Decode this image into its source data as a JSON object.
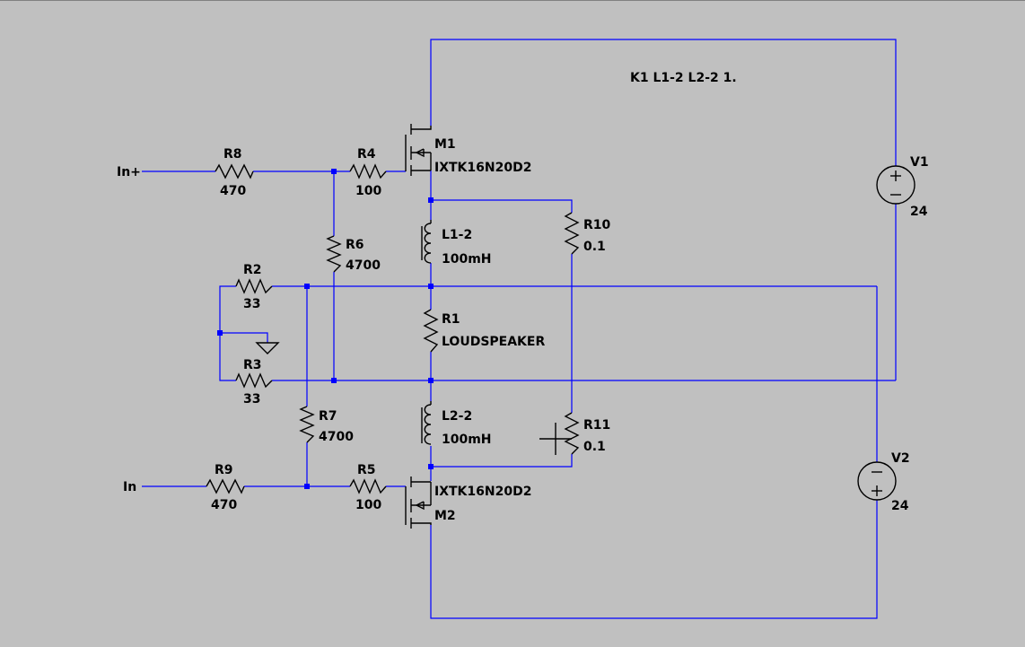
{
  "directive": "K1 L1-2 L2-2 1.",
  "inputs": {
    "in_plus": "In+",
    "in_minus": "In"
  },
  "components": {
    "R8": {
      "ref": "R8",
      "value": "470"
    },
    "R4": {
      "ref": "R4",
      "value": "100"
    },
    "R6": {
      "ref": "R6",
      "value": "4700"
    },
    "R2": {
      "ref": "R2",
      "value": "33"
    },
    "R3": {
      "ref": "R3",
      "value": "33"
    },
    "R1": {
      "ref": "R1",
      "value": "LOUDSPEAKER"
    },
    "R7": {
      "ref": "R7",
      "value": "4700"
    },
    "R9": {
      "ref": "R9",
      "value": "470"
    },
    "R5": {
      "ref": "R5",
      "value": "100"
    },
    "R10": {
      "ref": "R10",
      "value": "0.1"
    },
    "R11": {
      "ref": "R11",
      "value": "0.1"
    },
    "L1": {
      "ref": "L1-2",
      "value": "100mH"
    },
    "L2": {
      "ref": "L2-2",
      "value": "100mH"
    },
    "M1": {
      "ref": "M1",
      "value": "IXTK16N20D2"
    },
    "M2": {
      "ref": "M2",
      "value": "IXTK16N20D2"
    },
    "V1": {
      "ref": "V1",
      "value": "24"
    },
    "V2": {
      "ref": "V2",
      "value": "24"
    }
  },
  "colors": {
    "background": "#c0c0c0",
    "wire": "#0000ff",
    "component": "#000000"
  }
}
